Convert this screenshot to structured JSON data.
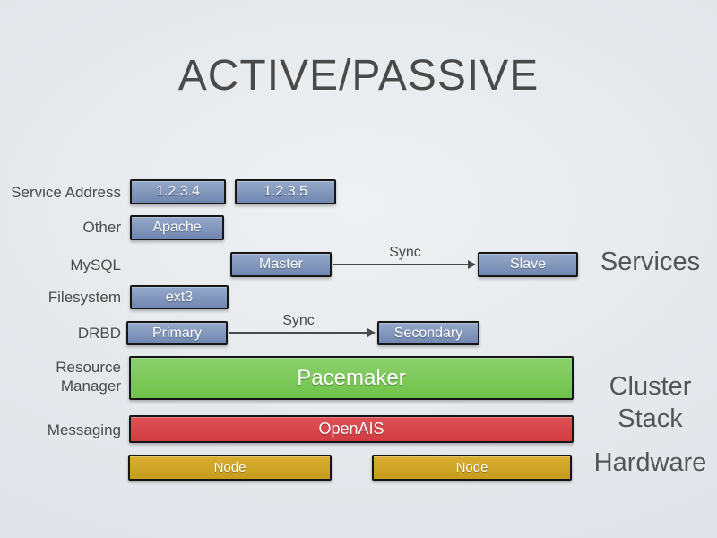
{
  "slide": {
    "title": "ACTIVE/PASSIVE"
  },
  "row_labels": {
    "service_address": "Service Address",
    "other": "Other",
    "mysql": "MySQL",
    "filesystem": "Filesystem",
    "drbd": "DRBD",
    "resource_manager": "Resource Manager",
    "messaging": "Messaging"
  },
  "boxes": {
    "ip_a": {
      "label": "1.2.3.4",
      "color": "#8095bc"
    },
    "ip_b": {
      "label": "1.2.3.5",
      "color": "#8095bc"
    },
    "apache": {
      "label": "Apache",
      "color": "#8095bc"
    },
    "mysql_master": {
      "label": "Master",
      "color": "#8095bc"
    },
    "mysql_slave": {
      "label": "Slave",
      "color": "#8095bc"
    },
    "ext3": {
      "label": "ext3",
      "color": "#8095bc"
    },
    "drbd_primary": {
      "label": "Primary",
      "color": "#8095bc"
    },
    "drbd_secondary": {
      "label": "Secondary",
      "color": "#8095bc"
    },
    "pacemaker": {
      "label": "Pacemaker",
      "color": "#7cc757"
    },
    "openais": {
      "label": "OpenAIS",
      "color": "#d8454a"
    },
    "node_left": {
      "label": "Node",
      "color": "#d2a72a"
    },
    "node_right": {
      "label": "Node",
      "color": "#d2a72a"
    }
  },
  "arrows": {
    "mysql_sync": {
      "label": "Sync"
    },
    "drbd_sync": {
      "label": "Sync"
    }
  },
  "group_labels": {
    "services": "Services",
    "cluster": "Cluster",
    "stack": "Stack",
    "hardware": "Hardware"
  },
  "colors": {
    "background": "#e6e9ec",
    "box_border": "#161616",
    "box_text": "#ffffff",
    "label_text": "#4a4a4a",
    "group_label_text": "#555557",
    "arrow": "#4a4a4a"
  }
}
